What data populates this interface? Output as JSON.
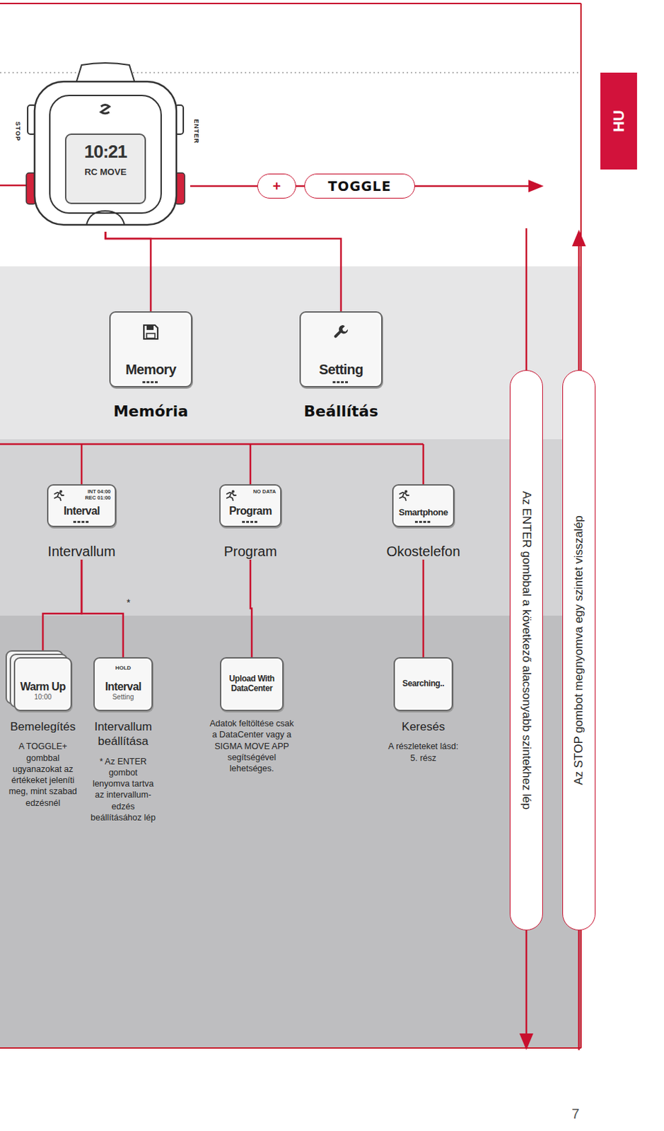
{
  "diagram": {
    "nodes": [
      {
        "text": [
          "10:21",
          "RC MOVE"
        ]
      },
      {
        "text": [
          "+"
        ]
      },
      {
        "text": [
          "TOGGLE"
        ]
      },
      {
        "text": [
          "Memory",
          "Memória"
        ]
      },
      {
        "text": [
          "Setting",
          "Beállítás"
        ]
      },
      {
        "text": [
          "INT 04:00",
          "REC 01:00",
          "Interval",
          "Intervallum"
        ]
      },
      {
        "text": [
          "NO DATA",
          "Program",
          "Program"
        ]
      },
      {
        "text": [
          "Smartphone",
          "Okostelefon"
        ]
      },
      {
        "text": [
          "Warm Up",
          "10:00",
          "Bemelegítés",
          "A TOGGLE+ gombbal ugyanazokat az értékeket jeleníti meg, mint szabad edzésnél"
        ]
      },
      {
        "text": [
          "HOLD",
          "Interval",
          "Setting",
          "Intervallum beállítása",
          "* Az ENTER gombot lenyomva tartva az intervallum-edzés beállításához lép"
        ]
      },
      {
        "text": [
          "Upload With DataCenter",
          "Adatok feltöltése csak a DataCenter vagy a SIGMA MOVE APP segítségével lehetséges."
        ]
      },
      {
        "text": [
          "Searching..",
          "Keresés",
          "A részleteket lásd: 5. rész"
        ]
      },
      {
        "text": [
          "Az ENTER gombbal a következő alacsonyabb szintekhez lép"
        ]
      },
      {
        "text": [
          "Az STOP gombot megnyomva egy szintet visszalép"
        ]
      }
    ],
    "edges": [
      {
        "from": 0,
        "to": 1,
        "arrow": "none"
      },
      {
        "from": 1,
        "to": 2,
        "arrow": "none"
      },
      {
        "from": 0,
        "to": 3,
        "arrow": "none"
      },
      {
        "from": 0,
        "to": 4,
        "arrow": "none"
      },
      {
        "from": 5,
        "to": 8,
        "arrow": "none"
      },
      {
        "from": 5,
        "to": 9,
        "label": "*",
        "arrow": "none"
      },
      {
        "from": 6,
        "to": 10,
        "arrow": "none"
      },
      {
        "from": 7,
        "to": 11,
        "arrow": "none"
      }
    ],
    "labels": [
      "STOP",
      "ENTER",
      "HU",
      "7"
    ]
  }
}
